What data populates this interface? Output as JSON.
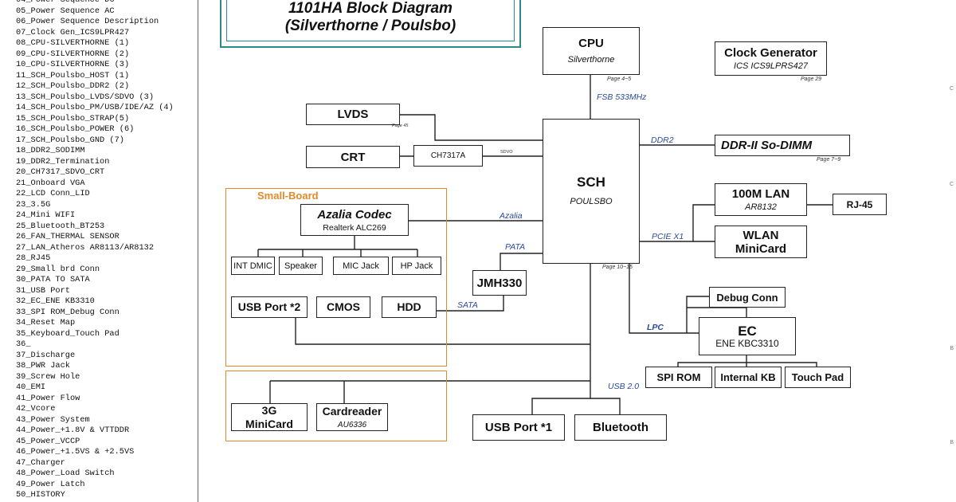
{
  "index": [
    "04_Power Sequence DC",
    "05_Power Sequence AC",
    "06_Power Sequence Description",
    "07_Clock Gen_ICS9LPR427",
    "08_CPU-SILVERTHORNE (1)",
    "09_CPU-SILVERTHORNE (2)",
    "10_CPU-SILVERTHORNE (3)",
    "11_SCH_Poulsbo_HOST (1)",
    "12_SCH_Poulsbo_DDR2 (2)",
    "13_SCH_Poulsbo_LVDS/SDVO (3)",
    "14_SCH_Poulsbo_PM/USB/IDE/AZ (4)",
    "15_SCH_Poulsbo_STRAP(5)",
    "16_SCH_Poulsbo_POWER (6)",
    "17_SCH_Poulsbo_GND (7)",
    "18_DDR2_SODIMM",
    "19_DDR2_Termination",
    "20_CH7317_SDVO_CRT",
    "21_Onboard VGA",
    "22_LCD Conn_LID",
    "23_3.5G",
    "24_Mini WIFI",
    "25_Bluetooth_BT253",
    "26_FAN_THERMAL SENSOR",
    "27_LAN_Atheros AR8113/AR8132",
    "28_RJ45",
    "29_Small brd Conn",
    "30_PATA TO SATA",
    "31_USB Port",
    "32_EC_ENE KB3310",
    "33_SPI ROM_Debug Conn",
    "34_Reset Map",
    "35_Keyboard_Touch Pad",
    "36_",
    "37_Discharge",
    "38_PWR Jack",
    "39_Screw Hole",
    "40_EMI",
    "41_Power Flow",
    "42_Vcore",
    "43_Power System",
    "44_Power_+1.8V & VTTDDR",
    "45_Power_VCCP",
    "46_Power_+1.5VS &  +2.5VS",
    "47_Charger",
    "48_Power_Load Switch",
    "49_Power Latch",
    "50_HISTORY"
  ],
  "title": {
    "line1": "1101HA Block Diagram",
    "line2": "(Silverthorne / Poulsbo)"
  },
  "blocks": {
    "cpu": {
      "label": "CPU",
      "sub": "Silverthorne"
    },
    "clock": {
      "label": "Clock Generator",
      "sub": "ICS ICS9LPRS427"
    },
    "sch": {
      "label": "SCH",
      "sub": "POULSBO"
    },
    "lvds": "LVDS",
    "crt": "CRT",
    "ch7317": "CH7317A",
    "ddr": "DDR-II So-DIMM",
    "lan": {
      "label": "100M LAN",
      "sub": "AR8132"
    },
    "rj45": "RJ-45",
    "wlan": {
      "line1": "WLAN",
      "line2": "MiniCard"
    },
    "codec": {
      "label": "Azalia Codec",
      "sub": "Realterk ALC269"
    },
    "int_dmic": "INT DMIC",
    "speaker": "Speaker",
    "mic_jack": "MIC Jack",
    "hp_jack": "HP Jack",
    "jmh330": "JMH330",
    "usb2": "USB Port *2",
    "cmos": "CMOS",
    "hdd": "HDD",
    "debug": "Debug Conn",
    "ec": {
      "label": "EC",
      "sub": "ENE KBC3310"
    },
    "spi": "SPI ROM",
    "ikb": "Internal KB",
    "tp": "Touch Pad",
    "g3": {
      "line1": "3G",
      "line2": "MiniCard"
    },
    "card": {
      "label": "Cardreader",
      "sub": "AU6336"
    },
    "usb1": "USB Port *1",
    "bt": "Bluetooth"
  },
  "groups": {
    "small_board": "Small-Board"
  },
  "buses": {
    "fsb": "FSB 533MHz",
    "ddr2": "DDR2",
    "azalia": "Azalia",
    "pcie": "PCIE X1",
    "pata": "PATA",
    "sata": "SATA",
    "lpc": "LPC",
    "usb": "USB 2.0",
    "sdvo": "SDVO"
  },
  "pages": {
    "cpu": "Page 4~5",
    "clock": "Page 29",
    "lvds": "Page 45",
    "ddr": "Page 7~9",
    "sch": "Page 10~15"
  },
  "edge_marks": [
    "C",
    "C",
    "B",
    "B"
  ]
}
